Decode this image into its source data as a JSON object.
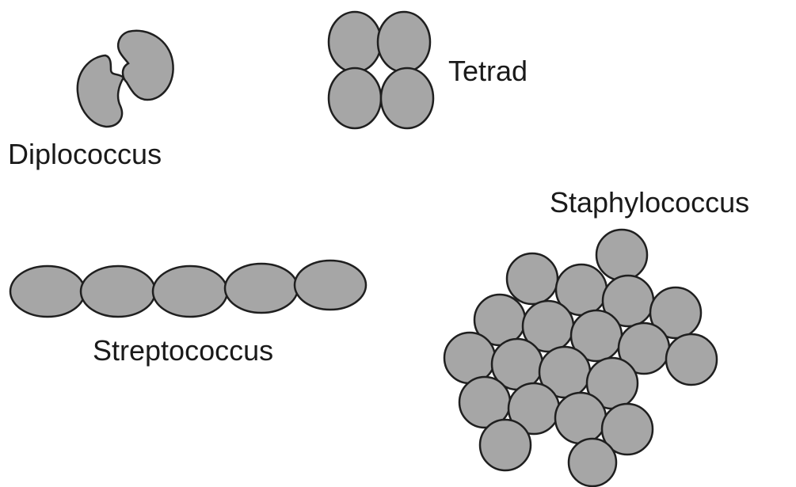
{
  "labels": {
    "diplococcus": "Diplococcus",
    "tetrad": "Tetrad",
    "streptococcus": "Streptococcus",
    "staphylococcus": "Staphylococcus"
  },
  "colors": {
    "cell_fill": "#a6a6a6",
    "cell_outline": "#1f1f1f",
    "background": "#ffffff",
    "text": "#1a1a1a"
  }
}
